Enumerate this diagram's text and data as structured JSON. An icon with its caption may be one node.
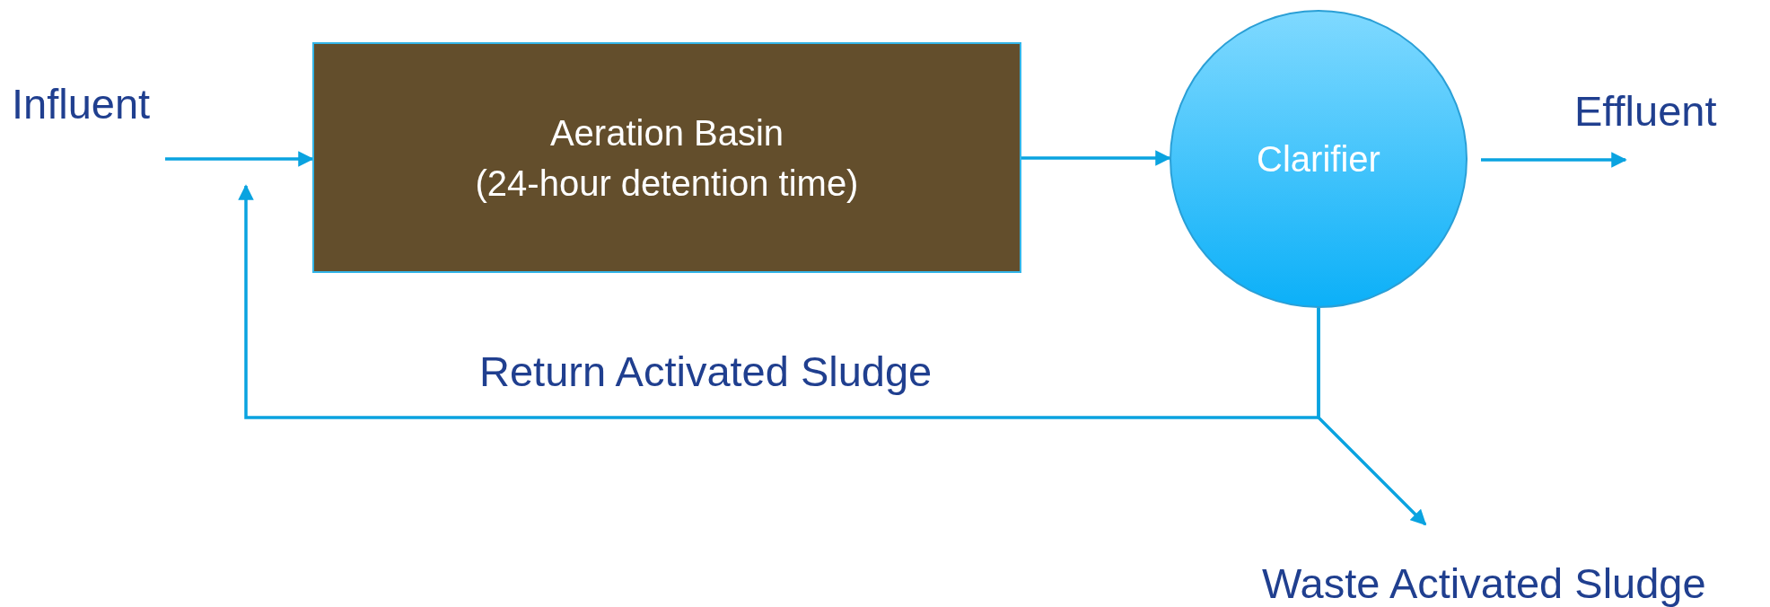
{
  "diagram": {
    "nodes": [
      {
        "text": [
          "Influent"
        ]
      },
      {
        "text": [
          "Aeration Basin",
          "(24-hour detention time)"
        ]
      },
      {
        "text": [
          "Clarifier"
        ]
      },
      {
        "text": [
          "Effluent"
        ]
      },
      {
        "text": [
          "Waste Activated Sludge"
        ]
      }
    ],
    "edges": [
      {
        "from": 0,
        "to": 1,
        "arrow": "to"
      },
      {
        "from": 1,
        "to": 2,
        "arrow": "to"
      },
      {
        "from": 2,
        "to": 3,
        "arrow": "to"
      },
      {
        "from": 2,
        "to": 1,
        "arrow": "to",
        "label": "Return Activated Sludge"
      },
      {
        "from": 2,
        "to": 4,
        "arrow": "to"
      }
    ]
  }
}
